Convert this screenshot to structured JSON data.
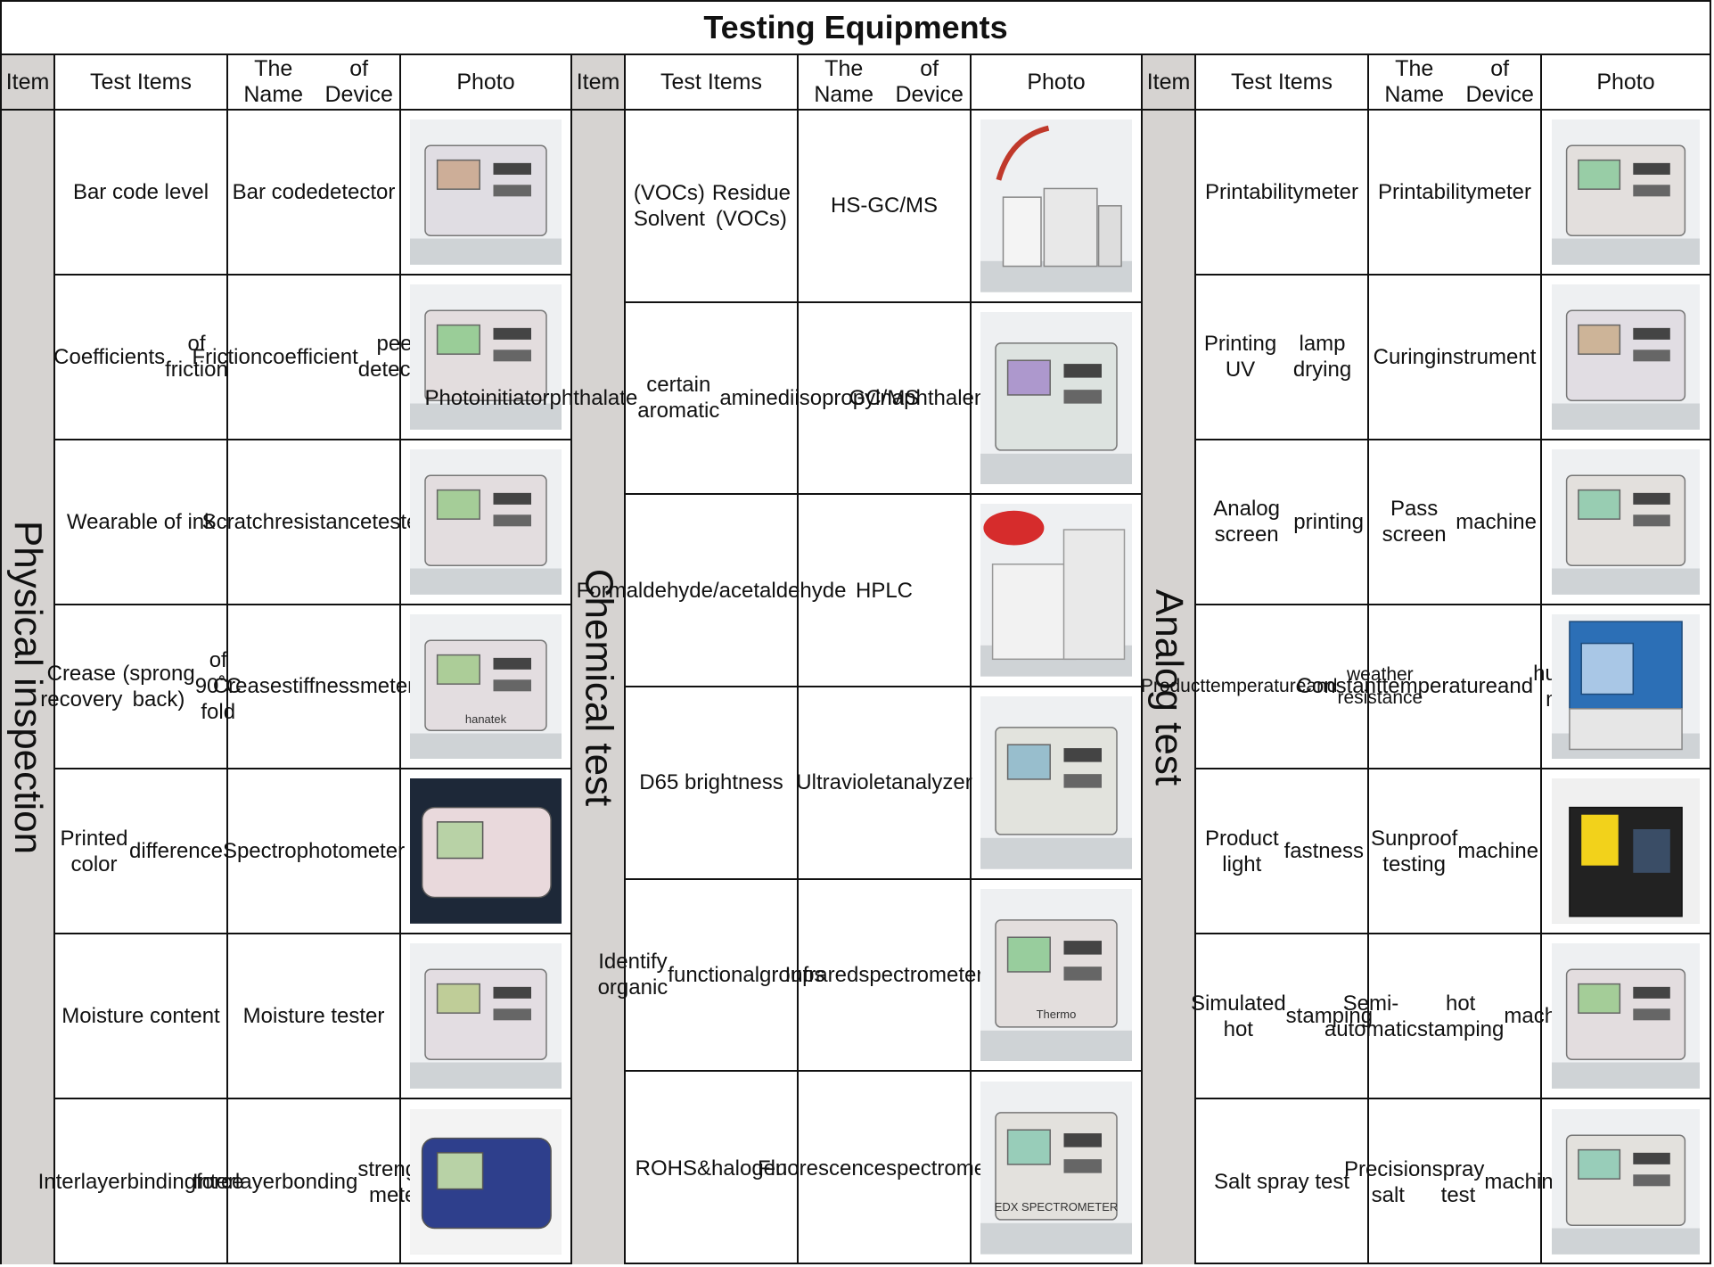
{
  "title": "Testing Equipments",
  "headers": {
    "item": "Item",
    "test_items": "Test Items",
    "device_name": [
      "The Name",
      "of Device"
    ],
    "photo": "Photo"
  },
  "sections": [
    {
      "category": "Physical inspection",
      "rows": [
        {
          "test": [
            "Bar code level"
          ],
          "device": [
            "Bar code",
            "detector"
          ],
          "photo_icon": "bar-code-detector-photo"
        },
        {
          "test": [
            "Coefficients",
            "of friction"
          ],
          "device": [
            "Friction",
            "coefficient",
            "peel detector"
          ],
          "photo_icon": "friction-peel-detector-photo"
        },
        {
          "test": [
            "Wearable of ink"
          ],
          "device": [
            "Scratch",
            "resistance",
            "tester"
          ],
          "photo_icon": "scratch-tester-photo"
        },
        {
          "test": [
            "Crease recovery",
            "(sprong back)",
            "of 90˚C fold"
          ],
          "device": [
            "Crease",
            "stiffness",
            "meter"
          ],
          "photo_icon": "crease-stiffness-meter-photo",
          "photo_text": "hanatek"
        },
        {
          "test": [
            "Printed color",
            "difference"
          ],
          "device": [
            "Spectrophoto",
            "meter"
          ],
          "photo_icon": "spectrophotometer-photo"
        },
        {
          "test": [
            "Moisture content"
          ],
          "device": [
            "Moisture tester"
          ],
          "photo_icon": "moisture-tester-photo"
        },
        {
          "test": [
            "Interlayer",
            "binding",
            "force"
          ],
          "device": [
            "Interlayer",
            "bonding",
            "strength meter"
          ],
          "photo_icon": "interlayer-bonding-meter-photo"
        }
      ]
    },
    {
      "category": "Chemical test",
      "rows": [
        {
          "test": [
            "(VOCs) Solvent",
            "Residue (VOCs)"
          ],
          "device": [
            "HS-GC/MS"
          ],
          "photo_icon": "hs-gc-ms-photo"
        },
        {
          "test": [
            "Photoinitiator",
            "phthalate",
            "certain aromatic",
            "amine",
            "diisopropylnapht",
            "halene"
          ],
          "device": [
            "GC/MS"
          ],
          "photo_icon": "gc-ms-photo"
        },
        {
          "test": [
            "Formaldehyde/",
            "acetaldehyde"
          ],
          "device": [
            "HPLC"
          ],
          "photo_icon": "hplc-photo"
        },
        {
          "test": [
            "D65 brightness"
          ],
          "device": [
            "Ultraviolet",
            "analyzer"
          ],
          "photo_icon": "ultraviolet-analyzer-photo"
        },
        {
          "test": [
            "Identify organic",
            "functional",
            "groups"
          ],
          "device": [
            "Infrared",
            "spectrometer"
          ],
          "photo_icon": "infrared-spectrometer-photo",
          "photo_text": "Thermo"
        },
        {
          "test": [
            "ROHS&halogen"
          ],
          "device": [
            "Fluorescence",
            "spectrometer"
          ],
          "photo_icon": "fluorescence-spectrometer-photo",
          "photo_text": "EDX SPECTROMETER"
        }
      ]
    },
    {
      "category": "Analog test",
      "rows": [
        {
          "test": [
            "Printability",
            "meter"
          ],
          "device": [
            "Printability",
            "meter"
          ],
          "photo_icon": "printability-meter-photo"
        },
        {
          "test": [
            "Printing UV",
            "lamp drying"
          ],
          "device": [
            "Curing",
            "instrument"
          ],
          "photo_icon": "curing-instrument-photo"
        },
        {
          "test": [
            "Analog screen",
            "printing"
          ],
          "device": [
            "Pass screen",
            "machine"
          ],
          "photo_icon": "pass-screen-machine-photo"
        },
        {
          "test": [
            "Product",
            "temperature",
            "and",
            "weather resistance"
          ],
          "device": [
            "Constant",
            "temperature",
            "and",
            "humidity meter"
          ],
          "photo_icon": "humidity-chamber-photo",
          "small": true
        },
        {
          "test": [
            "Product light",
            "fastness"
          ],
          "device": [
            "Sunproof  testing",
            "machine"
          ],
          "photo_icon": "sunproof-machine-photo"
        },
        {
          "test": [
            "Simulated hot",
            "stamping"
          ],
          "device": [
            "Semi-automatic",
            "hot stamping",
            "machine"
          ],
          "photo_icon": "hot-stamping-machine-photo"
        },
        {
          "test": [
            "Salt spray test"
          ],
          "device": [
            "Precision salt",
            "spray test",
            "machine"
          ],
          "photo_icon": "salt-spray-machine-photo"
        }
      ]
    }
  ],
  "colors": {
    "category_bg": "#d6d3d1",
    "border": "#111111"
  }
}
